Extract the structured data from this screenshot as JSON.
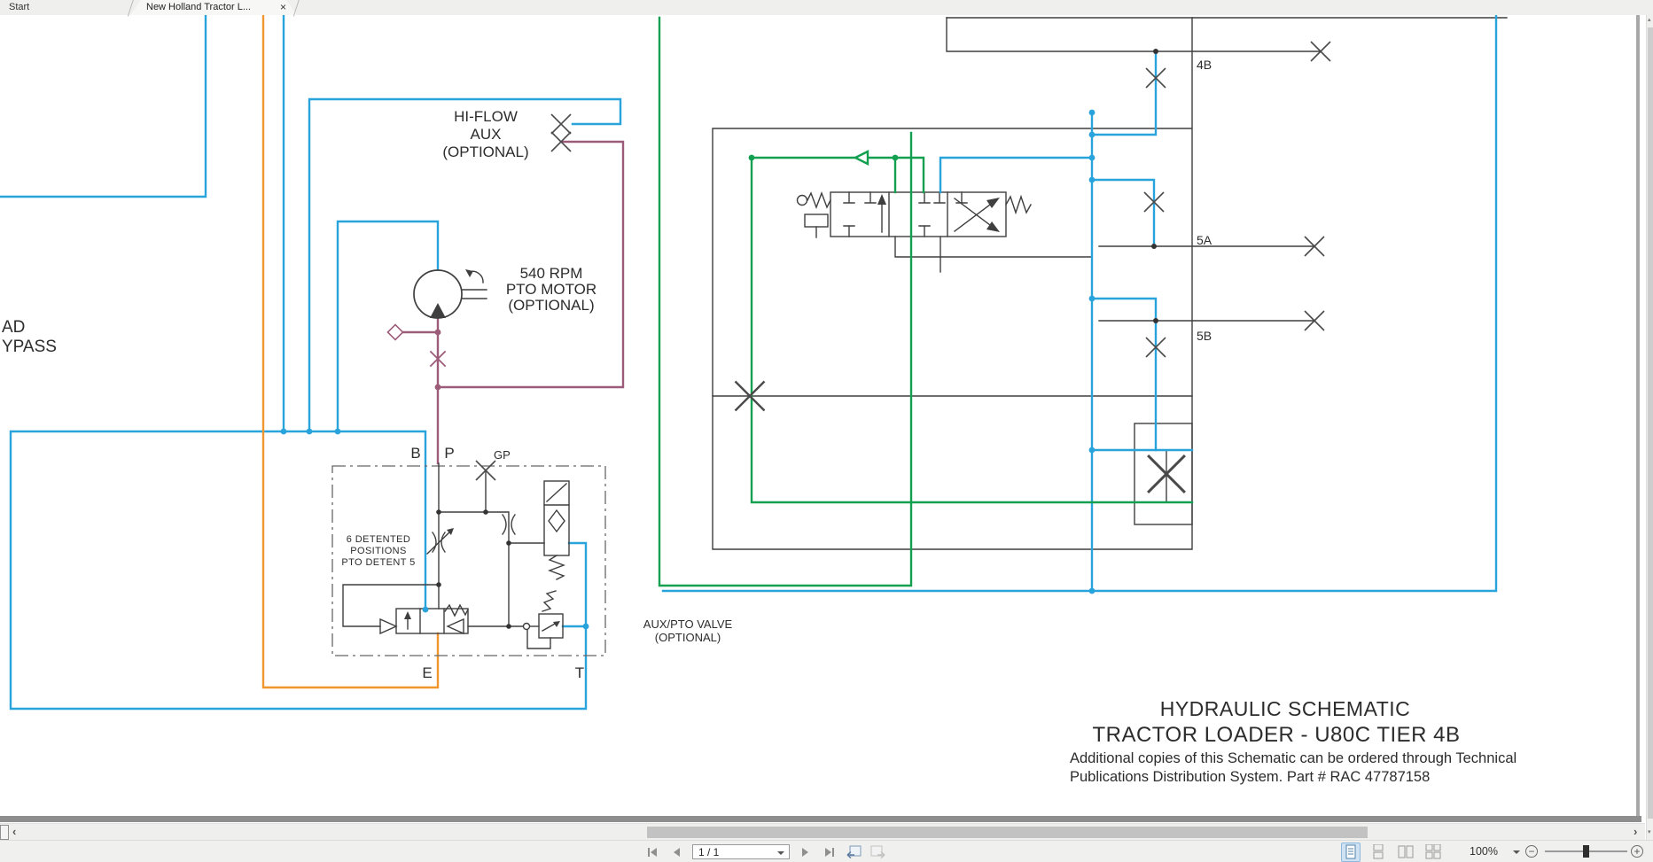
{
  "tabs": {
    "start_label": "Start",
    "document_label": "New Holland Tractor L...",
    "close_glyph": "×"
  },
  "schematic": {
    "labels": {
      "hi_flow": [
        "HI-FLOW",
        "AUX",
        "(OPTIONAL)"
      ],
      "pto_motor": [
        "540 RPM",
        "PTO MOTOR",
        "(OPTIONAL)"
      ],
      "left_clipped": [
        "AD",
        "YPASS"
      ],
      "detent": [
        "6 DETENTED",
        "POSITIONS",
        "PTO DETENT 5"
      ],
      "aux_valve": [
        "AUX/PTO VALVE",
        "(OPTIONAL)"
      ],
      "port_b": "B",
      "port_p": "P",
      "port_gp": "GP",
      "port_e": "E",
      "port_t": "T",
      "tap_4b": "4B",
      "tap_5a": "5A",
      "tap_5b": "5B"
    },
    "title": [
      "HYDRAULIC SCHEMATIC",
      "TRACTOR LOADER - U80C TIER 4B"
    ],
    "note": [
      "Additional copies of this Schematic can be ordered through Technical",
      "Publications Distribution System. Part # RAC 47787158"
    ],
    "colors": {
      "blue": "#29A3DC",
      "orange": "#F0962D",
      "green": "#12A050",
      "purple": "#9C5C79",
      "line": "#3F3F3F"
    }
  },
  "statusbar": {
    "page_value": "1 / 1",
    "zoom_value": "100%"
  }
}
